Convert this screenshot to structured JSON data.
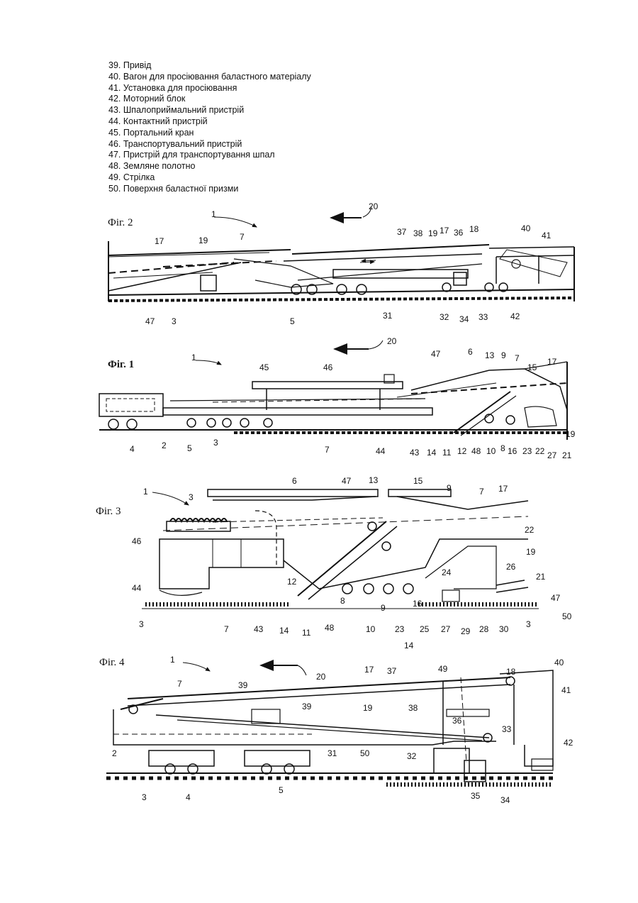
{
  "legend": [
    "39. Привід",
    "40. Вагон для просіювання баластного матеріалу",
    "41. Установка для просіювання",
    "42. Моторний блок",
    "43. Шпалоприймальний пристрій",
    "44. Контактний пристрій",
    "45. Портальний кран",
    "46. Транспортувальний пристрій",
    "47. Пристрій для транспортування шпал",
    "48. Земляне полотно",
    "49. Стрілка",
    "50. Поверхня баластної призми"
  ],
  "figures": {
    "fig2": {
      "title": "Фіг. 2",
      "labels": [
        "1",
        "20",
        "17",
        "19",
        "7",
        "37",
        "38",
        "17",
        "19",
        "36",
        "18",
        "40",
        "41",
        "47",
        "3",
        "5",
        "31",
        "32",
        "34",
        "33",
        "42"
      ]
    },
    "fig1": {
      "title": "Фіг. 1",
      "labels": [
        "1",
        "20",
        "45",
        "46",
        "47",
        "6",
        "13",
        "9",
        "7",
        "15",
        "17",
        "4",
        "2",
        "5",
        "3",
        "7",
        "44",
        "43",
        "14",
        "11",
        "12",
        "48",
        "10",
        "8",
        "16",
        "23",
        "22",
        "27",
        "21",
        "19"
      ]
    },
    "fig3": {
      "title": "Фіг. 3",
      "labels": [
        "1",
        "3",
        "6",
        "47",
        "13",
        "15",
        "9",
        "7",
        "17",
        "46",
        "22",
        "19",
        "26",
        "21",
        "47",
        "50",
        "44",
        "3",
        "12",
        "24",
        "8",
        "9",
        "16",
        "7",
        "43",
        "14",
        "11",
        "48",
        "10",
        "23",
        "25",
        "27",
        "29",
        "28",
        "30",
        "3",
        "14"
      ]
    },
    "fig4": {
      "title": "Фіг. 4",
      "labels": [
        "1",
        "20",
        "17",
        "37",
        "49",
        "18",
        "40",
        "41",
        "7",
        "39",
        "39",
        "19",
        "38",
        "36",
        "33",
        "42",
        "2",
        "31",
        "50",
        "32",
        "3",
        "4",
        "5",
        "35",
        "34"
      ]
    }
  }
}
